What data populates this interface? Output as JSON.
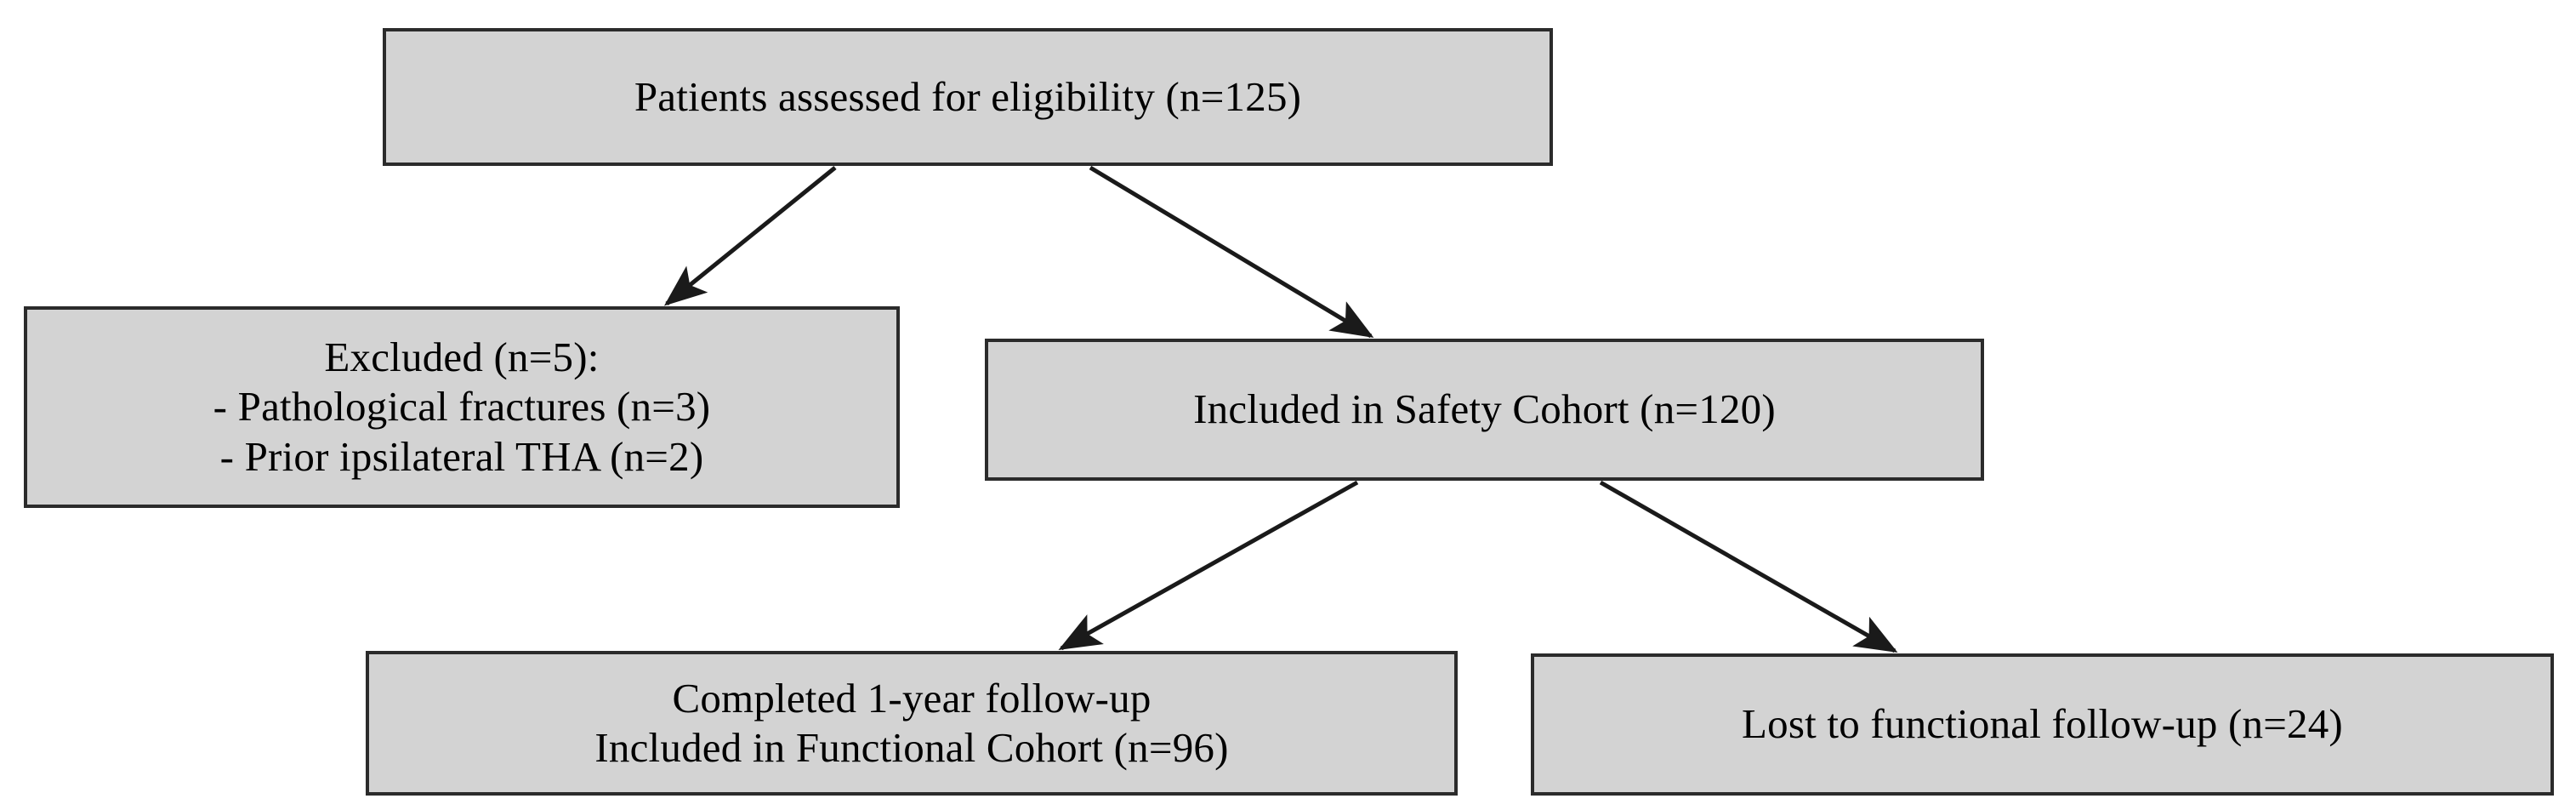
{
  "diagram": {
    "type": "flowchart",
    "title": "Patient flow diagram",
    "orientation": "top-down",
    "colors": {
      "node_fill": "#d3d3d3",
      "node_border": "#2b2b2b",
      "edge": "#1a1a1a",
      "background": "#ffffff",
      "text": "#000000"
    },
    "nodes": [
      {
        "id": "eligibility",
        "label": "Patients assessed for eligibility (n=125)",
        "count": 125
      },
      {
        "id": "excluded",
        "label": "Excluded (n=5):\n- Pathological fractures (n=3)\n- Prior ipsilateral THA (n=2)",
        "count": 5
      },
      {
        "id": "safety",
        "label": "Included in Safety Cohort (n=120)",
        "count": 120
      },
      {
        "id": "functional",
        "label": "Completed 1-year follow-up\nIncluded in Functional Cohort (n=96)",
        "count": 96
      },
      {
        "id": "lost",
        "label": "Lost to functional follow-up (n=24)",
        "count": 24
      }
    ],
    "edges": [
      {
        "id": "eligibility-excluded",
        "from": "eligibility",
        "to": "excluded",
        "label": ""
      },
      {
        "id": "eligibility-safety",
        "from": "eligibility",
        "to": "safety",
        "label": ""
      },
      {
        "id": "safety-functional",
        "from": "safety",
        "to": "functional",
        "label": ""
      },
      {
        "id": "safety-lost",
        "from": "safety",
        "to": "lost",
        "label": ""
      }
    ]
  }
}
